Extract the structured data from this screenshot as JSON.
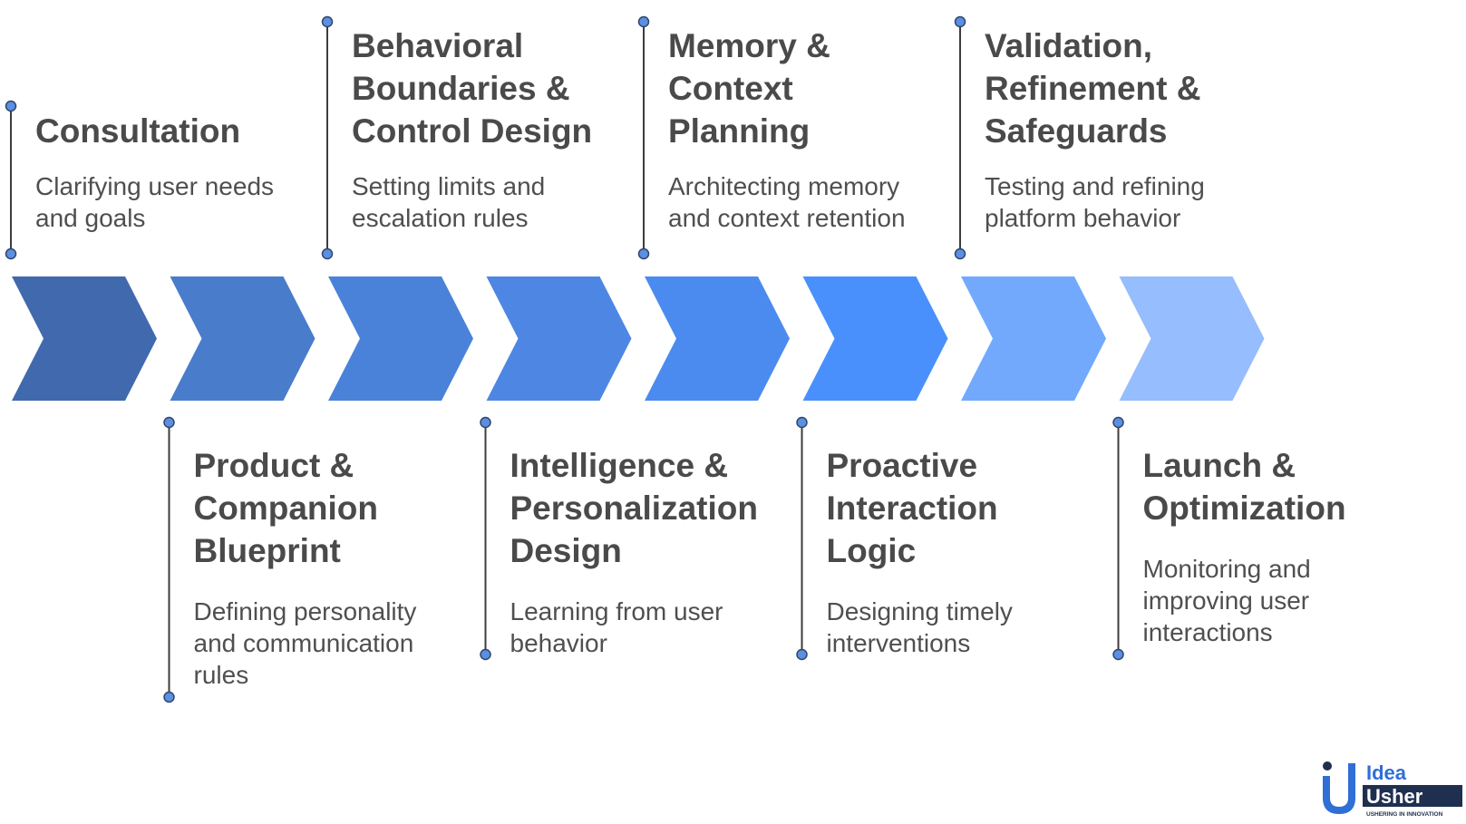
{
  "steps": [
    {
      "title": "Consultation",
      "description": "Clarifying user needs and goals",
      "position": "top"
    },
    {
      "title": "Product & Companion Blueprint",
      "description": "Defining personality and communication rules",
      "position": "bottom"
    },
    {
      "title": "Behavioral Boundaries & Control Design",
      "description": "Setting limits and escalation rules",
      "position": "top"
    },
    {
      "title": "Intelligence & Personalization Design",
      "description": "Learning from user behavior",
      "position": "bottom"
    },
    {
      "title": "Memory & Context Planning",
      "description": "Architecting memory and context retention",
      "position": "top"
    },
    {
      "title": "Proactive Interaction Logic",
      "description": "Designing timely interventions",
      "position": "bottom"
    },
    {
      "title": "Validation, Refinement & Safeguards",
      "description": "Testing and refining platform behavior",
      "position": "top"
    },
    {
      "title": "Launch & Optimization",
      "description": "Monitoring and improving user interactions",
      "position": "bottom"
    }
  ],
  "colors": {
    "chevrons": [
      "#4169ad",
      "#4a7ccc",
      "#4a82d9",
      "#4d87e3",
      "#4b8bf0",
      "#4a90fd",
      "#72a9fd",
      "#96bdfd"
    ],
    "dot_fill": "#5b8fe0",
    "dot_stroke": "#30456e",
    "line": "#3d3d3d",
    "title": "#4a4a4a",
    "text": "#4f4f4f"
  },
  "logo": {
    "line1": "Idea",
    "line2": "Usher",
    "tagline": "USHERING IN INNOVATION",
    "color_primary": "#2f6fd6",
    "color_dark": "#1f2f4f"
  }
}
